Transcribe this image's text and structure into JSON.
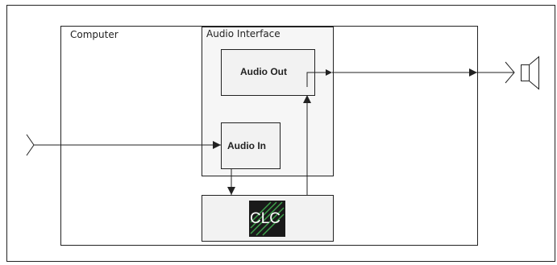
{
  "diagram": {
    "computer_label": "Computer",
    "audio_interface_label": "Audio Interface",
    "audio_out_label": "Audio Out",
    "audio_in_label": "Audio In",
    "clc_logo_text": "CLC",
    "icons": {
      "input_connector": "chevron-right-icon",
      "output_connector": "chevron-right-icon",
      "speaker": "speaker-icon"
    },
    "colors": {
      "stroke": "#222222",
      "box_fill": "#f2f2f2",
      "panel_fill": "#f6f6f6",
      "logo_bg": "#1a1a1a",
      "logo_green": "#3fa34d"
    }
  }
}
